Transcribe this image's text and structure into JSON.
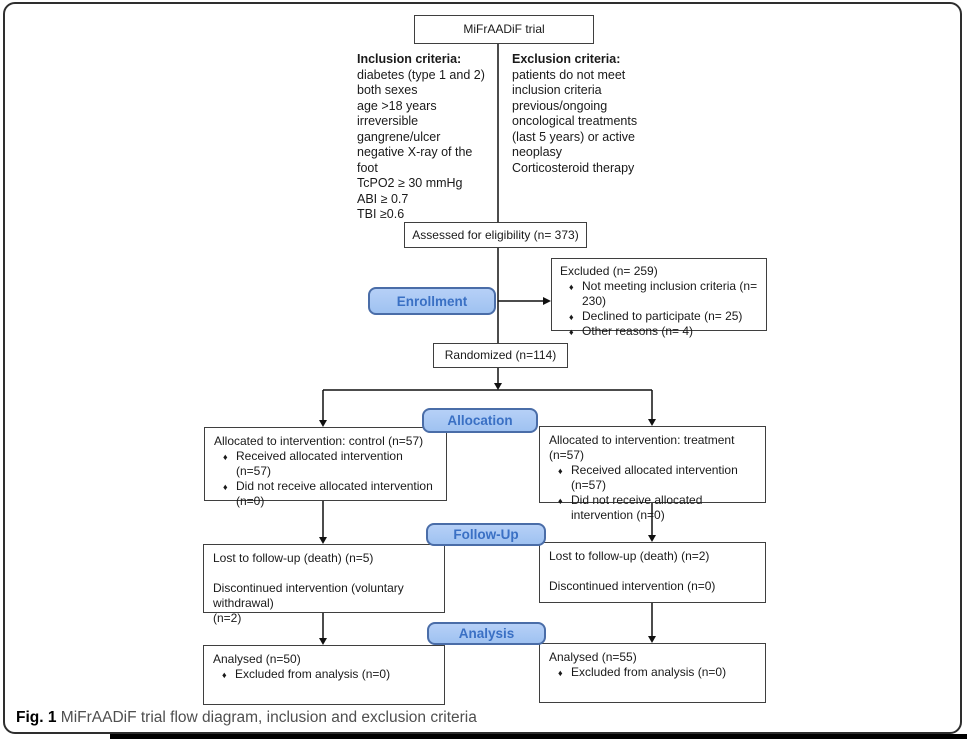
{
  "figure": {
    "caption_label": "Fig. 1",
    "caption_text": "MiFrAADiF trial flow diagram, inclusion and exclusion criteria"
  },
  "glyphs": {
    "bullet": "♦"
  },
  "colors": {
    "stage_fill": "#a9c8f3",
    "stage_border": "#4a6da8",
    "stage_text": "#3a70c4",
    "box_border": "#3f3f3f",
    "line": "#111111"
  },
  "title_box": "MiFrAADiF trial",
  "inclusion": {
    "heading": "Inclusion criteria:",
    "items": [
      "diabetes (type 1 and 2)",
      "both sexes",
      "age >18 years",
      "irreversible",
      "gangrene/ulcer",
      "negative X-ray of the foot",
      "TcPO2 ≥ 30 mmHg",
      "ABI ≥ 0.7",
      "TBI ≥0.6"
    ]
  },
  "exclusion": {
    "heading": "Exclusion criteria:",
    "items": [
      "patients do not meet",
      "inclusion criteria",
      "previous/ongoing",
      "oncological treatments",
      "(last 5 years) or active",
      "neoplasy",
      "Corticosteroid therapy"
    ]
  },
  "assessed_box": "Assessed for eligibility (n= 373)",
  "stages": {
    "enrollment": "Enrollment",
    "allocation": "Allocation",
    "followup": "Follow-Up",
    "analysis": "Analysis"
  },
  "excluded_box": {
    "title": "Excluded (n= 259)",
    "bullets": [
      "Not meeting inclusion criteria (n= 230)",
      "Declined to participate (n= 25)",
      "Other reasons (n= 4)"
    ]
  },
  "randomized_box": "Randomized (n=114)",
  "allocation": {
    "left": {
      "title": "Allocated to intervention: control (n=57)",
      "bullets": [
        "Received allocated intervention (n=57)",
        "Did not receive allocated intervention (n=0)"
      ]
    },
    "right": {
      "title": "Allocated to intervention: treatment (n=57)",
      "bullets": [
        "Received allocated intervention (n=57)",
        "Did not receive allocated intervention (n=0)"
      ]
    }
  },
  "followup": {
    "left": {
      "line1": "Lost to follow-up (death) (n=5)",
      "line2": "Discontinued intervention (voluntary withdrawal)",
      "line3": "(n=2)"
    },
    "right": {
      "line1": "Lost to follow-up (death) (n=2)",
      "line2": "Discontinued intervention (n=0)"
    }
  },
  "analysis": {
    "left": {
      "title": "Analysed (n=50)",
      "bullets": [
        "Excluded from analysis (n=0)"
      ]
    },
    "right": {
      "title": "Analysed (n=55)",
      "bullets": [
        "Excluded from analysis (n=0)"
      ]
    }
  }
}
